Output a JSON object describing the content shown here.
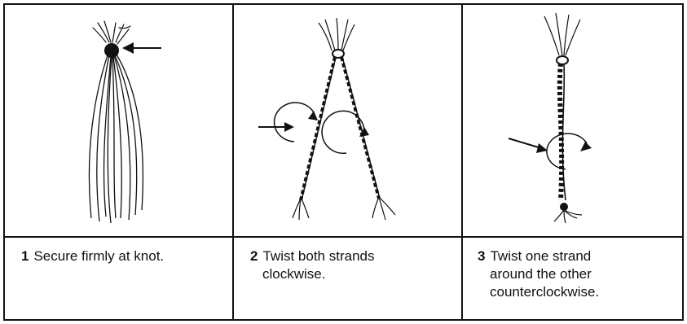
{
  "panels": [
    {
      "number": "1",
      "lines": [
        "Secure firmly at knot."
      ]
    },
    {
      "number": "2",
      "lines": [
        "Twist both strands",
        "clockwise."
      ]
    },
    {
      "number": "3",
      "lines": [
        "Twist one strand",
        "around the other",
        "counterclockwise."
      ]
    }
  ]
}
